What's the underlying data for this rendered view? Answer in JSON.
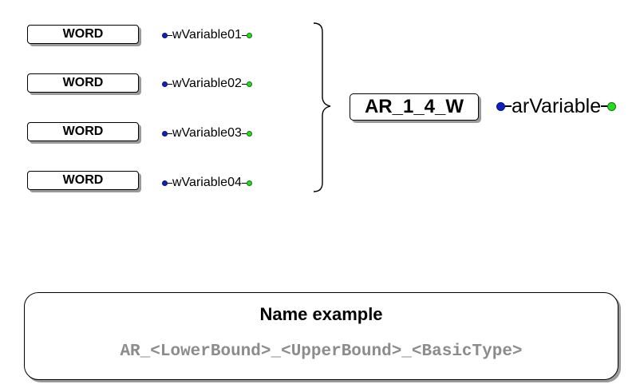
{
  "elements": [
    {
      "type": "WORD",
      "variable": "wVariable01"
    },
    {
      "type": "WORD",
      "variable": "wVariable02"
    },
    {
      "type": "WORD",
      "variable": "wVariable03"
    },
    {
      "type": "WORD",
      "variable": "wVariable04"
    }
  ],
  "array": {
    "type": "AR_1_4_W",
    "variable": "arVariable"
  },
  "name_example": {
    "title": "Name example",
    "pattern": "AR_<LowerBound>_<UpperBound>_<BasicType>"
  },
  "colors": {
    "input_pin": "#1020c0",
    "output_pin": "#22dd22",
    "shadow": "#9a9a9a",
    "pattern_text": "#8c8c8c"
  }
}
